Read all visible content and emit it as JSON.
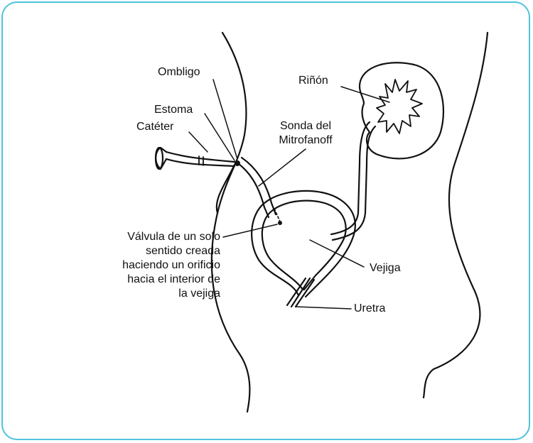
{
  "frame_color": "#4ec3dc",
  "line_color": "#111111",
  "labels": {
    "ombligo": "Ombligo",
    "estoma": "Estoma",
    "cateter": "Catéter",
    "rinon": "Riñón",
    "sonda_line1": "Sonda del",
    "sonda_line2": "Mitrofanoff",
    "valvula_line1": "Válvula de un solo",
    "valvula_line2": "sentido creada",
    "valvula_line3": "haciendo un orificio",
    "valvula_line4": "hacia el interior de",
    "valvula_line5": "la vejiga",
    "vejiga": "Vejiga",
    "uretra": "Uretra"
  }
}
